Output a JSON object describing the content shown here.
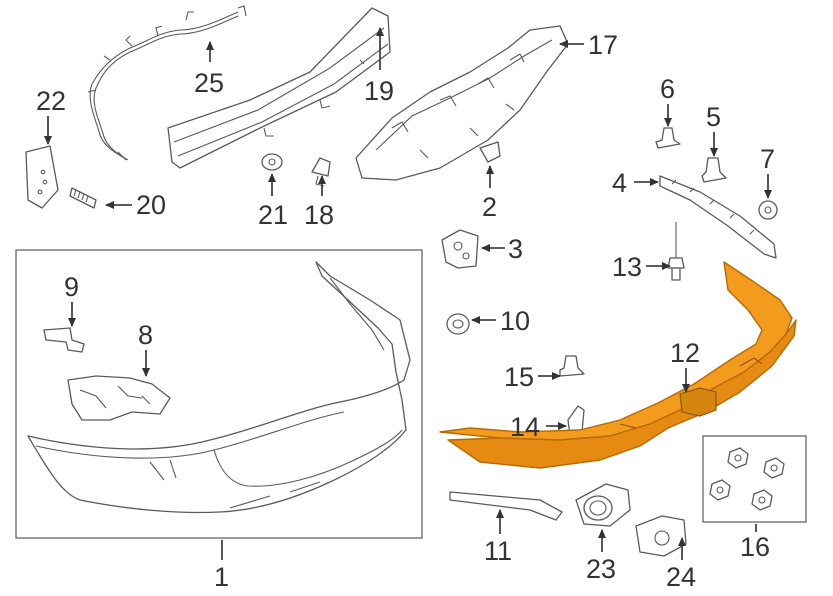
{
  "colors": {
    "highlight_fill": "#f39b1c",
    "highlight_stroke": "#b86a00",
    "line": "#5a5a5a",
    "label": "#333333"
  },
  "callouts": {
    "c1": "1",
    "c2": "2",
    "c3": "3",
    "c4": "4",
    "c5": "5",
    "c6": "6",
    "c7": "7",
    "c8": "8",
    "c9": "9",
    "c10": "10",
    "c11": "11",
    "c12": "12",
    "c13": "13",
    "c14": "14",
    "c15": "15",
    "c16": "16",
    "c17": "17",
    "c18": "18",
    "c19": "19",
    "c20": "20",
    "c21": "21",
    "c22": "22",
    "c23": "23",
    "c24": "24",
    "c25": "25"
  }
}
